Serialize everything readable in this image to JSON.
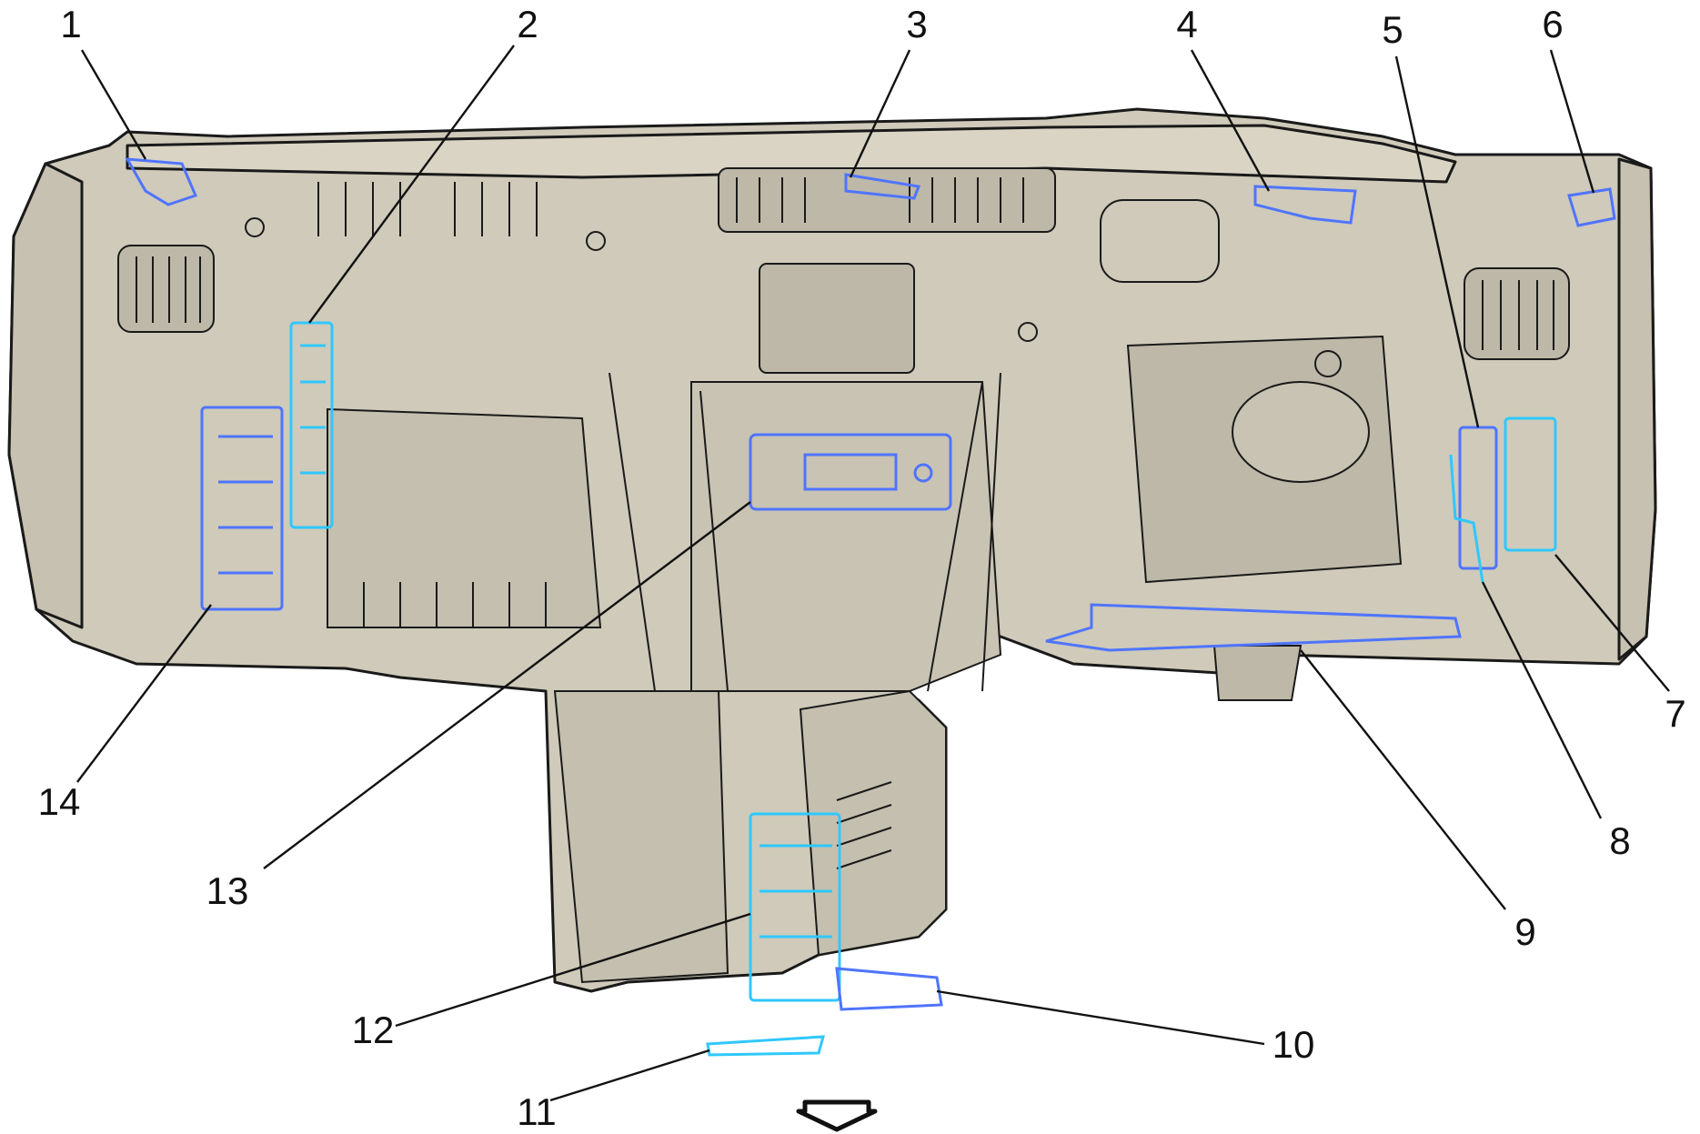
{
  "diagram": {
    "body_fill": "#cfcab9",
    "body_stroke": "#1a1a1a",
    "highlight_dark": "#4f74ff",
    "highlight_light": "#2fc8ff",
    "leader_stroke": "#111111",
    "direction_icon": "down-arrow-icon",
    "callouts": [
      {
        "id": "1",
        "label": "1"
      },
      {
        "id": "2",
        "label": "2"
      },
      {
        "id": "3",
        "label": "3"
      },
      {
        "id": "4",
        "label": "4"
      },
      {
        "id": "5",
        "label": "5"
      },
      {
        "id": "6",
        "label": "6"
      },
      {
        "id": "7",
        "label": "7"
      },
      {
        "id": "8",
        "label": "8"
      },
      {
        "id": "9",
        "label": "9"
      },
      {
        "id": "10",
        "label": "10"
      },
      {
        "id": "11",
        "label": "11"
      },
      {
        "id": "12",
        "label": "12"
      },
      {
        "id": "13",
        "label": "13"
      },
      {
        "id": "14",
        "label": "14"
      }
    ]
  }
}
